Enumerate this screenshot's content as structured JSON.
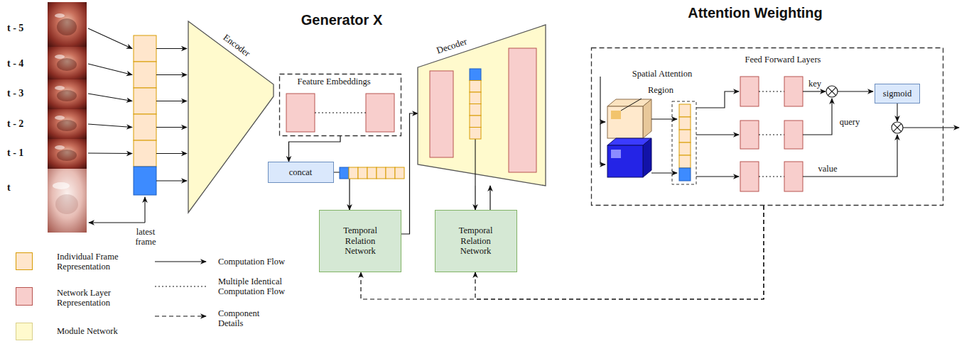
{
  "diagram": {
    "title": "Generator X",
    "nodes": [
      {
        "text": [
          "Encoder"
        ]
      },
      {
        "text": [
          "Feature Embeddings"
        ]
      },
      {
        "text": [
          "concat"
        ]
      },
      {
        "text": [
          "Temporal Relation Network"
        ]
      },
      {
        "text": [
          "Decoder"
        ]
      },
      {
        "text": [
          "Temporal Relation Network"
        ]
      },
      {
        "text": [
          "Attention Weighting",
          "Feed Forward Layers"
        ]
      },
      {
        "text": [
          "sigmoid"
        ],
        "in": 6
      }
    ],
    "edges": [
      {
        "from": 1,
        "to": 2,
        "arrow": "to"
      },
      {
        "from": 2,
        "to": 3,
        "arrow": "to"
      },
      {
        "from": 3,
        "to": 4,
        "arrow": "to"
      },
      {
        "from": 4,
        "to": 5,
        "arrow": "to"
      },
      {
        "from": 5,
        "to": 4,
        "arrow": "to"
      },
      {
        "from": 6,
        "to": 3,
        "arrow": "to"
      },
      {
        "from": 6,
        "to": 5,
        "arrow": "to"
      }
    ],
    "labels": [
      "t - 5",
      "t - 4",
      "t - 3",
      "t - 2",
      "t - 1",
      "t",
      "latest frame",
      "Spatial Attention",
      "Region",
      "key",
      "query",
      "value"
    ],
    "legend": [
      {
        "text": "Individual Frame Representation",
        "color": "#ffe6cc"
      },
      {
        "text": "Computation Flow"
      },
      {
        "text": "Network Layer Representation",
        "color": "#f8cecc"
      },
      {
        "text": "Multiple Identical Computation Flow"
      },
      {
        "text": "Component Details"
      },
      {
        "text": "Module Network",
        "color": "#fffacd"
      }
    ]
  }
}
